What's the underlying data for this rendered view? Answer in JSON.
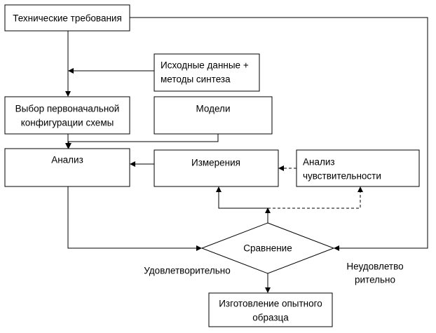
{
  "nodes": {
    "tech_requirements": "Технические требования",
    "source_data": [
      "Исходные данные +",
      "методы синтеза"
    ],
    "initial_config": [
      "Выбор первоначальной",
      "конфигурации схемы"
    ],
    "models": "Модели",
    "analysis": "Анализ",
    "measurements": "Измерения",
    "sensitivity": [
      "Анализ",
      "чувствительности"
    ],
    "comparison": "Сравнение",
    "prototype": [
      "Изготовление опытного",
      "образца"
    ]
  },
  "edge_labels": {
    "satisfactory": "Удовлетворительно",
    "unsatisfactory": [
      "Неудовлетво",
      "рительно"
    ]
  }
}
